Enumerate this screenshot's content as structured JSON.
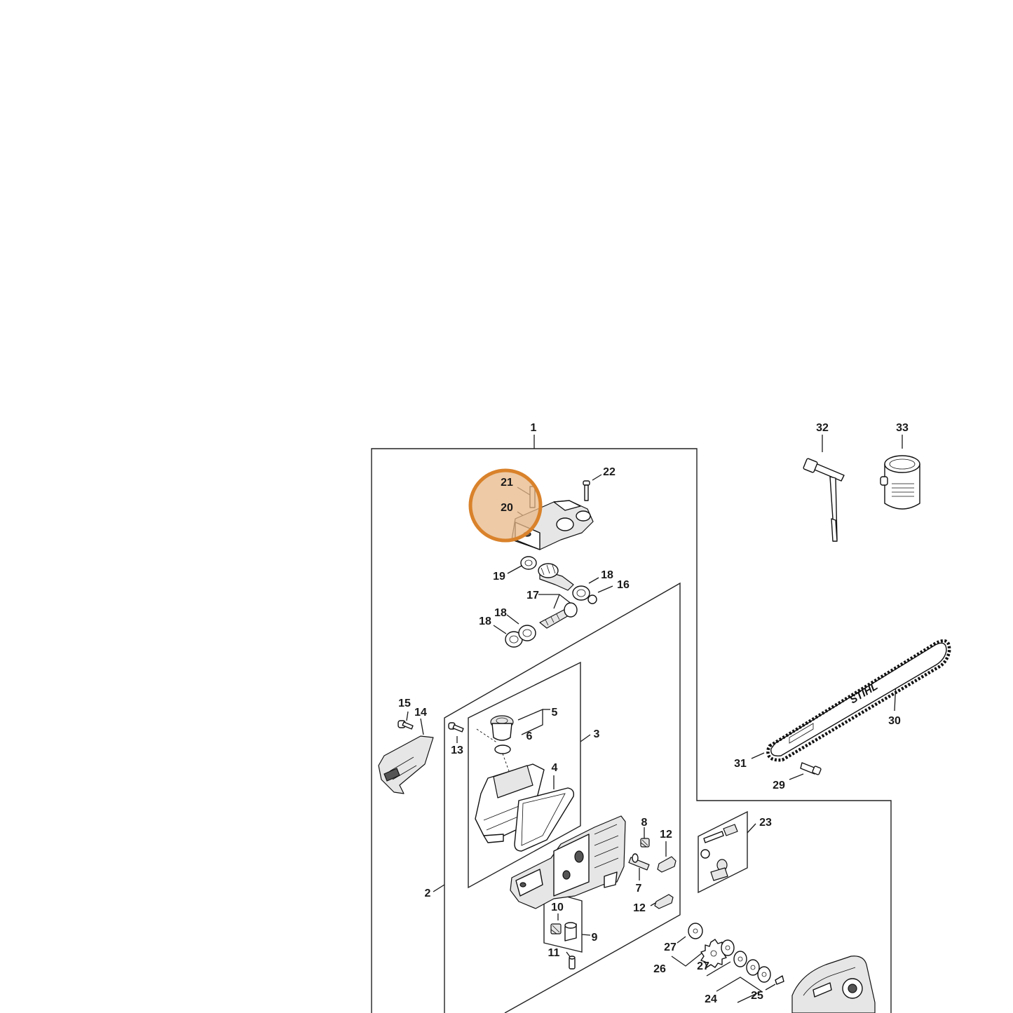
{
  "diagram": {
    "highlight": {
      "color": "#d9822b",
      "fill": "#e8b888",
      "items": [
        "21",
        "20"
      ]
    },
    "brand_text": "STIHL",
    "callouts": [
      "1",
      "2",
      "3",
      "4",
      "5",
      "6",
      "7",
      "8",
      "9",
      "10",
      "11",
      "12",
      "12",
      "13",
      "14",
      "15",
      "16",
      "17",
      "18",
      "18",
      "18",
      "19",
      "20",
      "21",
      "22",
      "23",
      "24",
      "25",
      "26",
      "27",
      "27",
      "29",
      "30",
      "31",
      "32",
      "33"
    ]
  }
}
